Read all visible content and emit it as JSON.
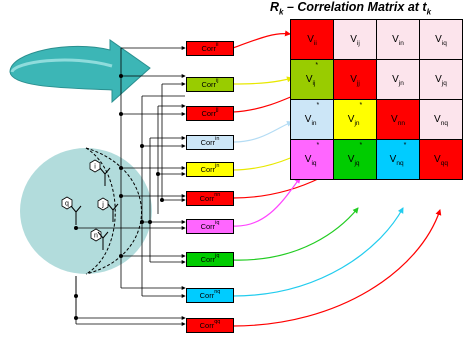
{
  "title": {
    "main": "R",
    "sub_k": "k",
    "rest": " – Correlation Matrix at t",
    "sub_t": "k"
  },
  "sensor_labels": [
    {
      "id": "q",
      "text": "q"
    },
    {
      "id": "i",
      "text": "i"
    },
    {
      "id": "j",
      "text": "j"
    },
    {
      "id": "n",
      "text": "n"
    }
  ],
  "corr_boxes": [
    {
      "base": "Corr",
      "sup": "ii",
      "color": "#ff0000"
    },
    {
      "base": "Corr",
      "sup": "ij",
      "color": "#99cc00"
    },
    {
      "base": "Corr",
      "sup": "jj",
      "color": "#ff0000"
    },
    {
      "base": "Corr",
      "sup": "in",
      "color": "#cce6f7"
    },
    {
      "base": "Corr",
      "sup": "jn",
      "color": "#ffff00"
    },
    {
      "base": "Corr",
      "sup": "nn",
      "color": "#ff0000"
    },
    {
      "base": "Corr",
      "sup": "iq",
      "color": "#ff66ff"
    },
    {
      "base": "Corr",
      "sup": "jq",
      "color": "#00cc00"
    },
    {
      "base": "Corr",
      "sup": "nq",
      "color": "#00ccff"
    },
    {
      "base": "Corr",
      "sup": "qq",
      "color": "#ff0000"
    }
  ],
  "matrix": [
    [
      {
        "v": "V",
        "sub": "ii",
        "star": "",
        "color": "#ff0000"
      },
      {
        "v": "V",
        "sub": "ij",
        "star": "",
        "color": "#fce4ec"
      },
      {
        "v": "V",
        "sub": "in",
        "star": "",
        "color": "#fce4ec"
      },
      {
        "v": "V",
        "sub": "iq",
        "star": "",
        "color": "#fce4ec"
      }
    ],
    [
      {
        "v": "V",
        "sub": "ij",
        "star": "*",
        "color": "#99cc00"
      },
      {
        "v": "V",
        "sub": "jj",
        "star": "",
        "color": "#ff0000"
      },
      {
        "v": "V",
        "sub": "jn",
        "star": "",
        "color": "#fce4ec"
      },
      {
        "v": "V",
        "sub": "jq",
        "star": "",
        "color": "#fce4ec"
      }
    ],
    [
      {
        "v": "V",
        "sub": "in",
        "star": "*",
        "color": "#cce6f7"
      },
      {
        "v": "V",
        "sub": "jn",
        "star": "*",
        "color": "#ffff00"
      },
      {
        "v": "V",
        "sub": "nn",
        "star": "",
        "color": "#ff0000"
      },
      {
        "v": "V",
        "sub": "nq",
        "star": "",
        "color": "#fce4ec"
      }
    ],
    [
      {
        "v": "V",
        "sub": "iq",
        "star": "*",
        "color": "#ff66ff"
      },
      {
        "v": "V",
        "sub": "jq",
        "star": "*",
        "color": "#00cc00"
      },
      {
        "v": "V",
        "sub": "nq",
        "star": "*",
        "color": "#00ccff"
      },
      {
        "v": "V",
        "sub": "qq",
        "star": "",
        "color": "#ff0000"
      }
    ]
  ],
  "colors": {
    "sphere": "#b2dcdc",
    "rotation_arrow": "#3cb6b6",
    "arrow_red": "#ff0000",
    "arrow_yellow": "#e8e800",
    "arrow_lightblue": "#b4dcf4",
    "arrow_pink": "#ff44ff",
    "arrow_green": "#22cc22",
    "arrow_cyan": "#22ccee"
  }
}
